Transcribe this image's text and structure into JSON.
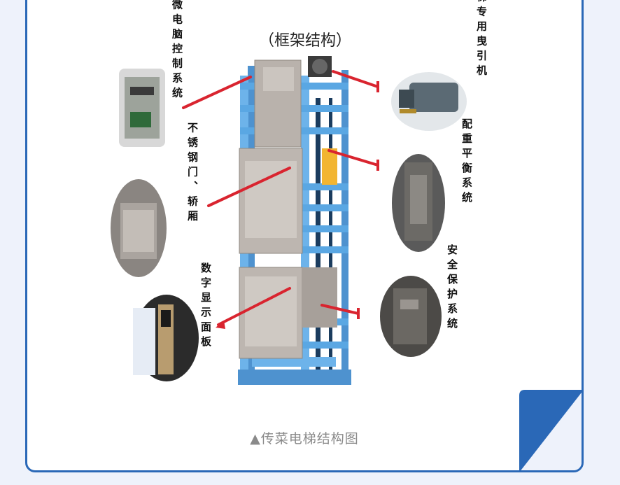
{
  "diagram": {
    "title": "（框架结构）",
    "caption": "▲传菜电梯结构图",
    "labels": {
      "micro_control": "微电脑控制系统",
      "stainless_door": "不锈钢门、轿厢",
      "digital_panel": "数字显示面板",
      "traction_machine": "电梯专用曳引机",
      "counterweight": "配重平衡系统",
      "safety": "安全保护系统"
    },
    "colors": {
      "frame_blue": "#5aa7e3",
      "accent_red": "#d9242f",
      "border_blue": "#2a68b7",
      "counterweight_yellow": "#f2b531"
    }
  }
}
